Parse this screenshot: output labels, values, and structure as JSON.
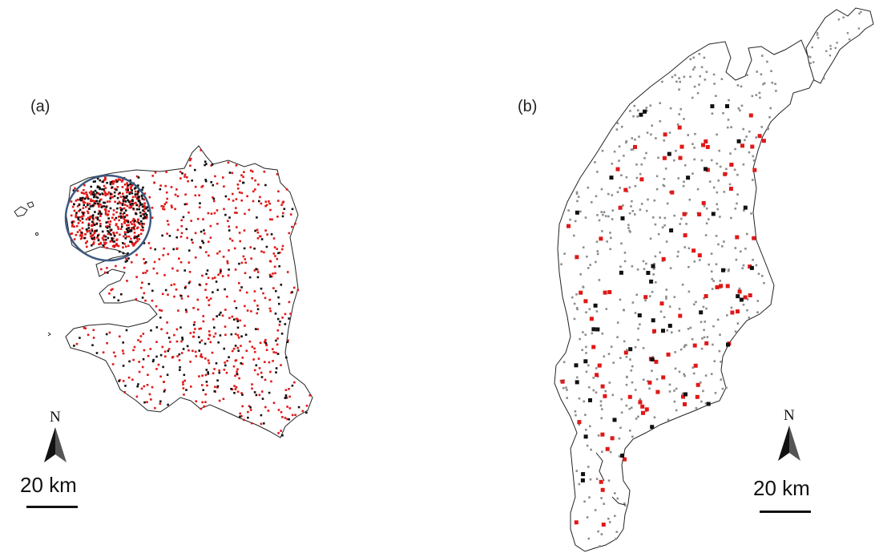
{
  "panels": [
    {
      "id": "a",
      "label": "(a)",
      "north_label": "N",
      "scale_label": "20 km",
      "point_colors": {
        "red": "#e01818",
        "black": "#111111"
      },
      "highlight_circle_color": "#3d5a80",
      "red_points": 900,
      "black_points": 420
    },
    {
      "id": "b",
      "label": "(b)",
      "north_label": "N",
      "scale_label": "20 km",
      "point_colors": {
        "grey": "#8c8c8c",
        "red": "#e01818",
        "black": "#111111"
      },
      "grey_points": 520,
      "red_points": 90,
      "black_points": 45
    }
  ]
}
